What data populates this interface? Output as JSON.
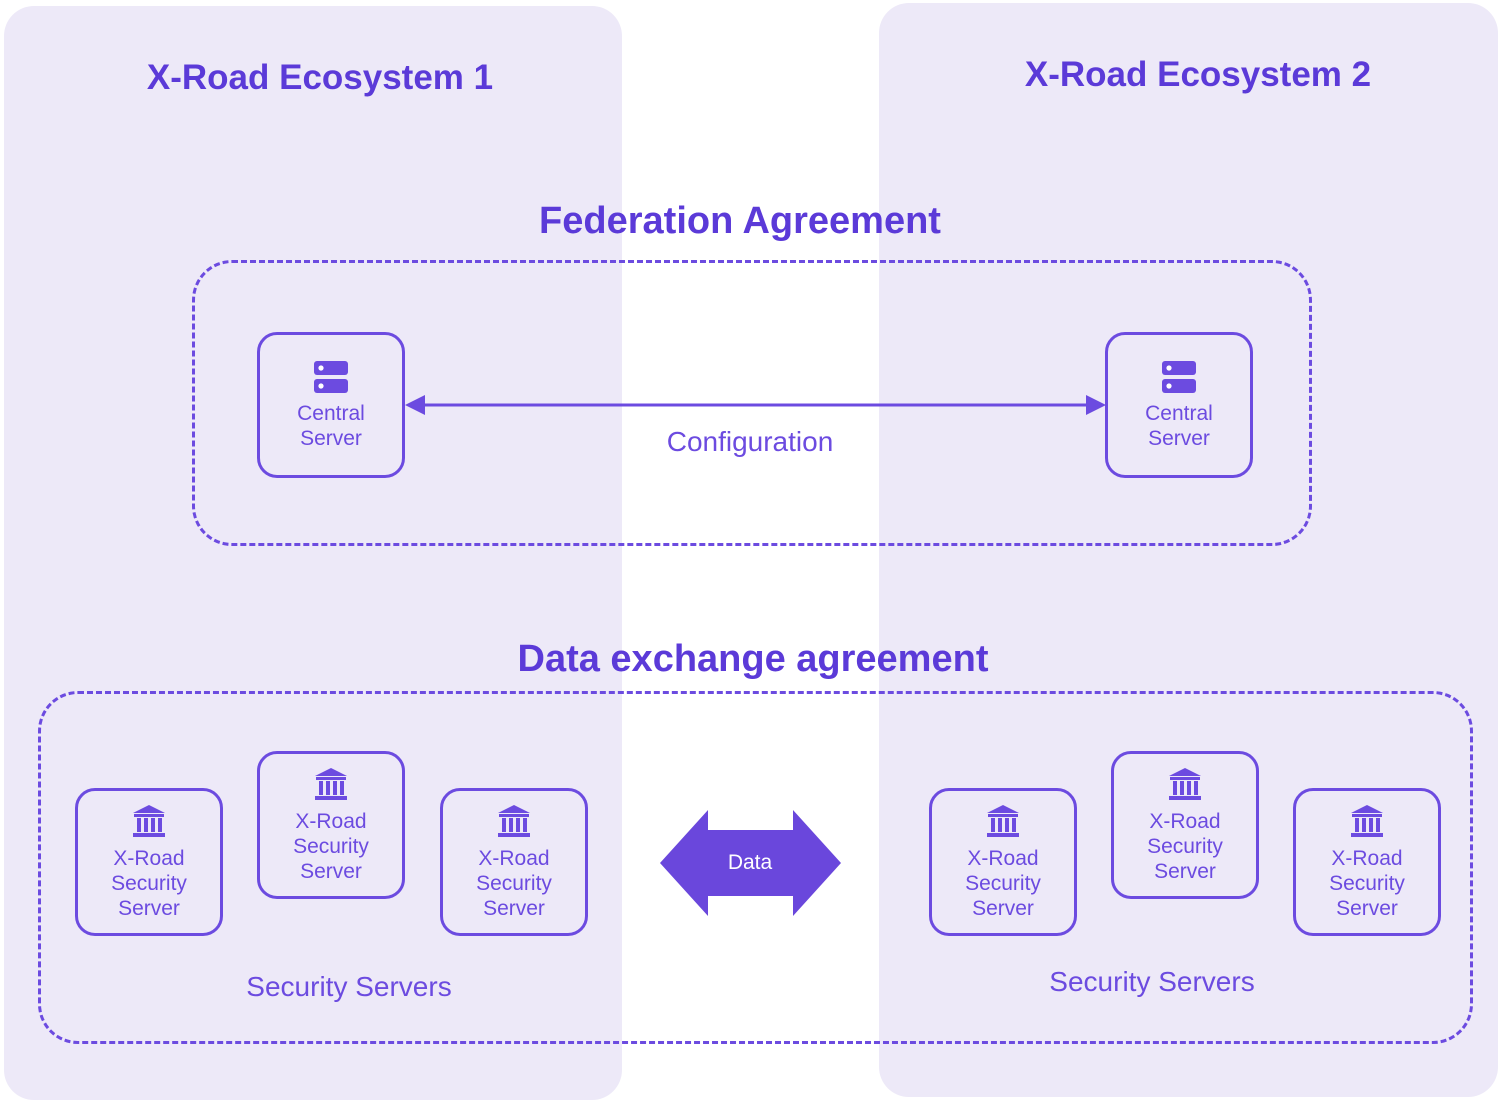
{
  "ecosystem_1": {
    "title": "X-Road Ecosystem 1"
  },
  "ecosystem_2": {
    "title": "X-Road Ecosystem 2"
  },
  "federation": {
    "title": "Federation Agreement",
    "left_server": {
      "label": "Central\nServer",
      "icon": "server-icon"
    },
    "right_server": {
      "label": "Central\nServer",
      "icon": "server-icon"
    },
    "connection_label": "Configuration"
  },
  "data_exchange": {
    "title": "Data exchange agreement",
    "arrow_label": "Data",
    "left_group": {
      "caption": "Security Servers",
      "servers": [
        "X-Road\nSecurity\nServer",
        "X-Road\nSecurity\nServer",
        "X-Road\nSecurity\nServer"
      ]
    },
    "right_group": {
      "caption": "Security Servers",
      "servers": [
        "X-Road\nSecurity\nServer",
        "X-Road\nSecurity\nServer",
        "X-Road\nSecurity\nServer"
      ]
    },
    "server_icon": "institution-icon"
  },
  "colors": {
    "accent": "#6c4be0",
    "title": "#5b3ad8",
    "panel": "#ede9f8",
    "arrow_fill": "#6a47dc"
  }
}
